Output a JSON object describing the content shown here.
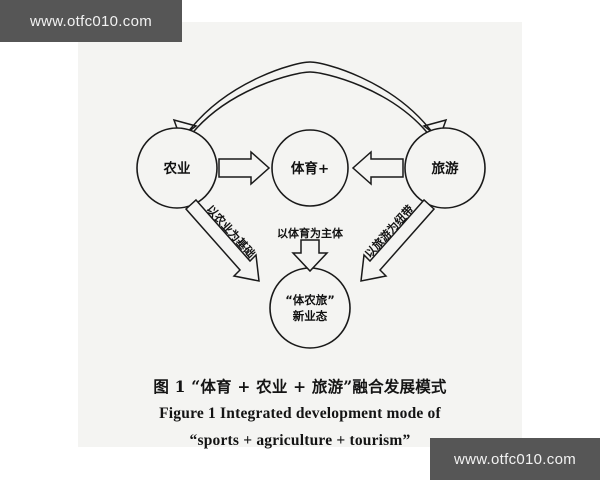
{
  "watermarks": {
    "top_left": "www.otfc010.com",
    "bottom_right": "www.otfc010.com"
  },
  "figure": {
    "panel_background": "#f4f4f2",
    "stroke_color": "#1a1a1a",
    "nodes": {
      "agriculture": "农业",
      "sports": "体育+",
      "tourism": "旅游",
      "newformat_line1": "“体农旅”",
      "newformat_line2": "新业态"
    },
    "edge_labels": {
      "left_diagonal": "以农业为基础",
      "center_vertical": "以体育为主体",
      "right_diagonal": "以旅游为纽带"
    }
  },
  "caption": {
    "chinese": "图 1   “体育 + 农业 + 旅游”融合发展模式",
    "english_line1": "Figure 1    Integrated development mode of",
    "english_line2": "“sports + agriculture + tourism”"
  }
}
